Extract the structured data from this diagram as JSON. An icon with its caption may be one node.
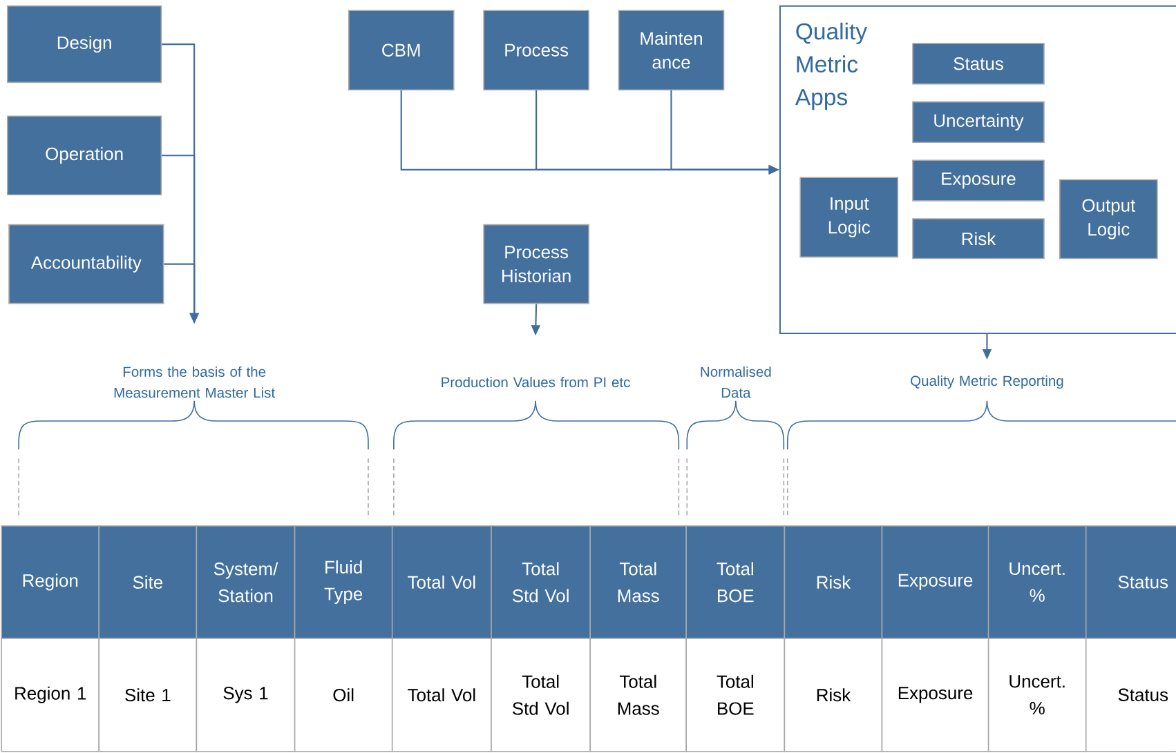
{
  "diagram": {
    "nodes": [
      {
        "text": [
          "Design"
        ]
      },
      {
        "text": [
          "Operation"
        ]
      },
      {
        "text": [
          "Accountability"
        ]
      },
      {
        "text": [
          "CBM"
        ]
      },
      {
        "text": [
          "Process"
        ]
      },
      {
        "text": [
          "Mainten ance"
        ]
      },
      {
        "text": [
          "Quality Metric Apps"
        ]
      },
      {
        "text": [
          "Status"
        ],
        "in": 6
      },
      {
        "text": [
          "Uncertainty"
        ],
        "in": 6
      },
      {
        "text": [
          "Exposure"
        ],
        "in": 6
      },
      {
        "text": [
          "Risk"
        ],
        "in": 6
      },
      {
        "text": [
          "Input Logic"
        ],
        "in": 6
      },
      {
        "text": [
          "Output Logic"
        ],
        "in": 6
      },
      {
        "text": [
          "Process Historian"
        ]
      },
      {
        "text": [
          "Region"
        ]
      },
      {
        "text": [
          "Site"
        ]
      },
      {
        "text": [
          "System/ Station"
        ]
      },
      {
        "text": [
          "Fluid Type"
        ]
      },
      {
        "text": [
          "Total Vol"
        ]
      },
      {
        "text": [
          "Total Std Vol"
        ]
      },
      {
        "text": [
          "Total Mass"
        ]
      },
      {
        "text": [
          "Total BOE"
        ]
      },
      {
        "text": [
          "Risk"
        ]
      },
      {
        "text": [
          "Exposure"
        ]
      },
      {
        "text": [
          "Uncert. %"
        ]
      },
      {
        "text": [
          "Status"
        ]
      },
      {
        "text": [
          "Region 1"
        ]
      },
      {
        "text": [
          "Site 1"
        ]
      },
      {
        "text": [
          "Sys 1"
        ]
      },
      {
        "text": [
          "Oil"
        ]
      },
      {
        "text": [
          "Total Vol"
        ]
      },
      {
        "text": [
          "Total Std Vol"
        ]
      },
      {
        "text": [
          "Total Mass"
        ]
      },
      {
        "text": [
          "Total BOE"
        ]
      },
      {
        "text": [
          "Risk"
        ]
      },
      {
        "text": [
          "Exposure"
        ]
      },
      {
        "text": [
          "Uncert. %"
        ]
      },
      {
        "text": [
          "Status"
        ]
      }
    ],
    "edges": [
      {
        "from": 0,
        "to": null,
        "arrow": "to"
      },
      {
        "from": 1,
        "to": null,
        "arrow": "to"
      },
      {
        "from": 2,
        "to": null,
        "arrow": "to"
      },
      {
        "from": 3,
        "to": 6,
        "arrow": "to"
      },
      {
        "from": 4,
        "to": 6,
        "arrow": "to"
      },
      {
        "from": 5,
        "to": 6,
        "arrow": "to"
      },
      {
        "from": 13,
        "to": null,
        "arrow": "to"
      },
      {
        "from": 6,
        "to": null,
        "arrow": "to"
      }
    ],
    "labels": [
      "Forms the basis of the Measurement Master List",
      "Production Values from PI etc",
      "Normalised Data",
      "Quality Metric Reporting"
    ]
  }
}
